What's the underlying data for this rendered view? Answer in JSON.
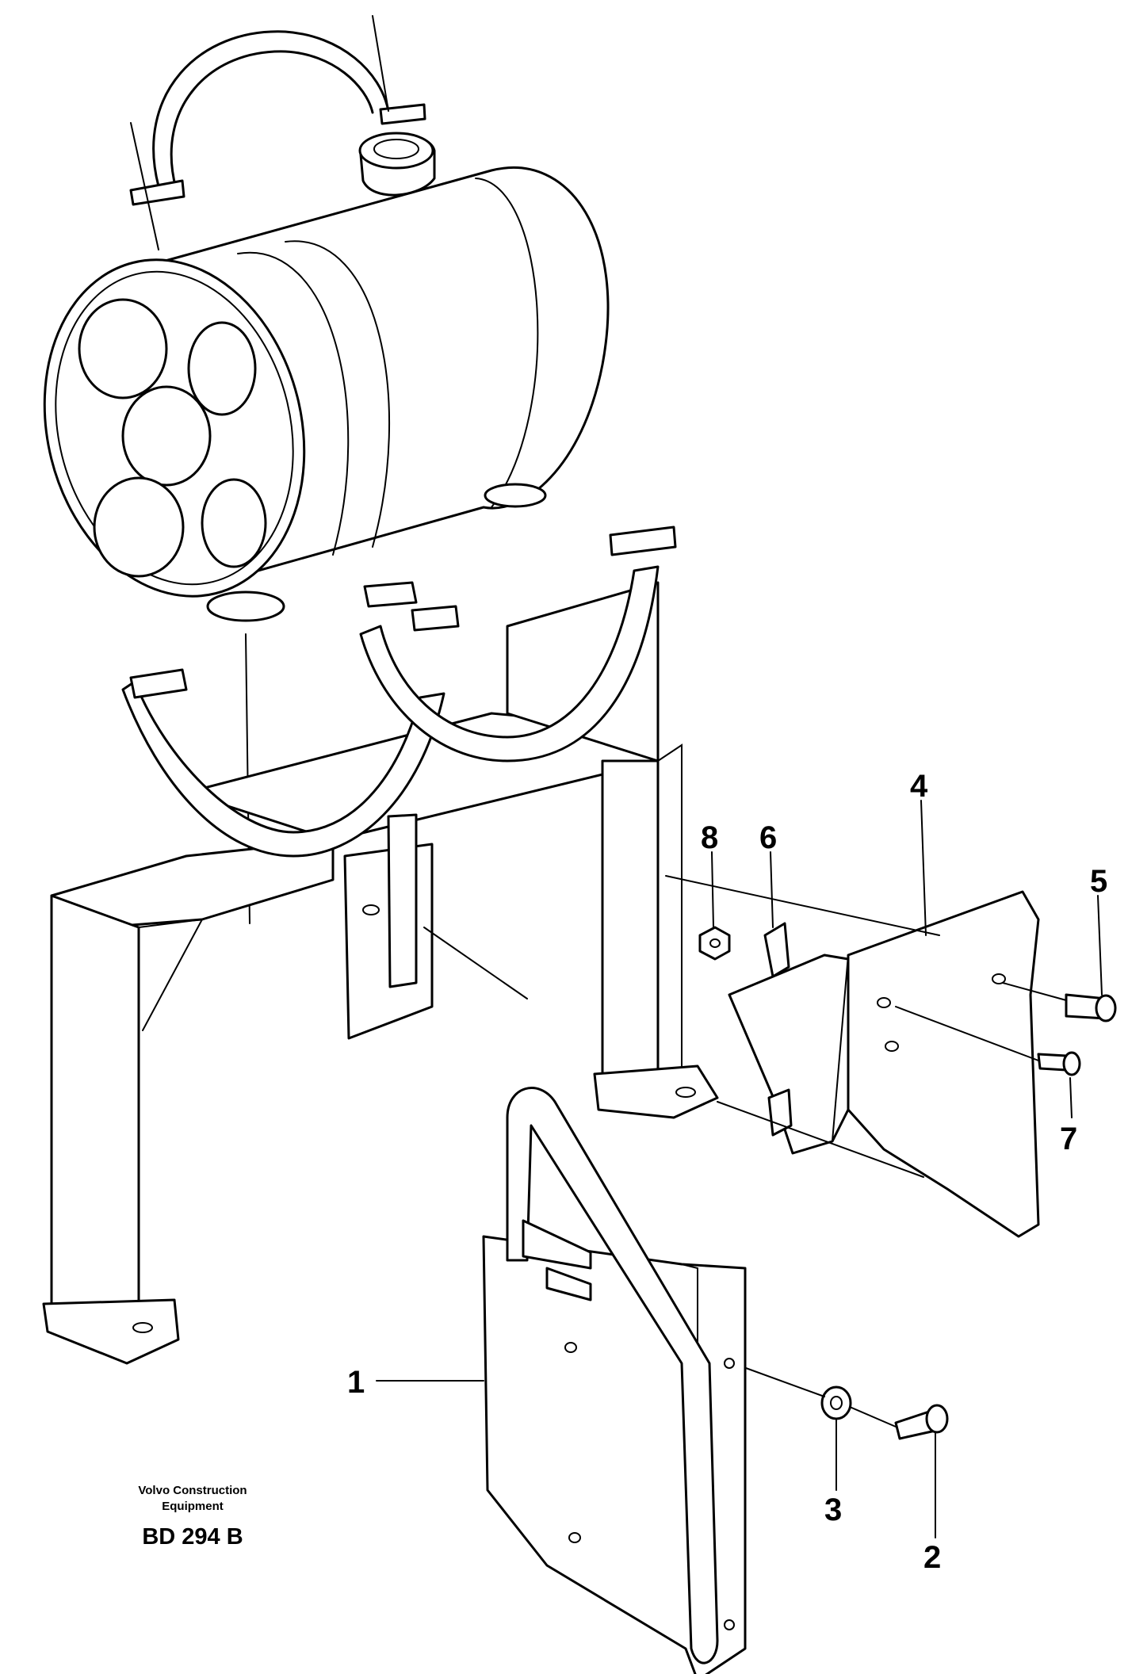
{
  "callouts": {
    "p1": "1",
    "p2": "2",
    "p3": "3",
    "p4": "4",
    "p5": "5",
    "p6": "6",
    "p7": "7",
    "p8": "8"
  },
  "footer": {
    "brand_line1": "Volvo Construction",
    "brand_line2": "Equipment",
    "drawing_code": "BD 294 B"
  }
}
